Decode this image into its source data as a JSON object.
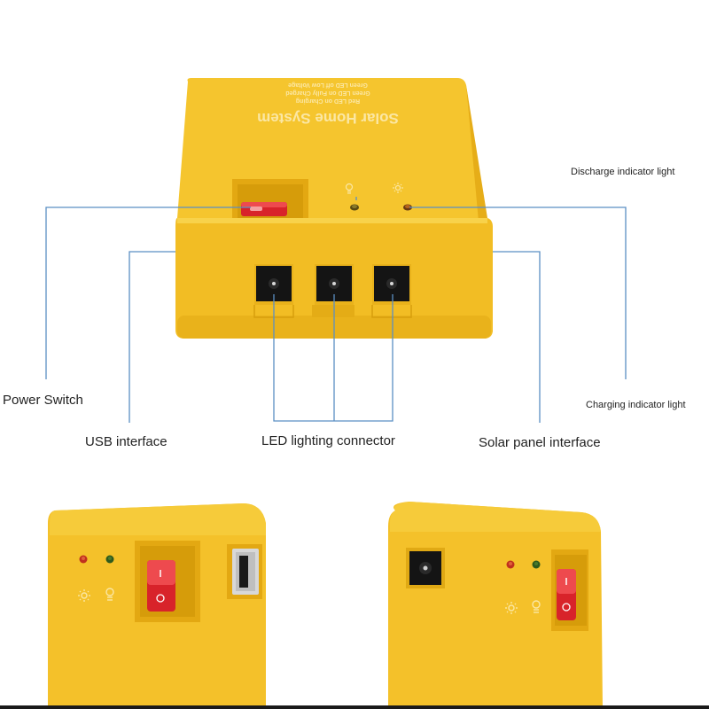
{
  "device": {
    "printed_title": "Solar Home System",
    "printed_subtitle_lines": [
      "Red LED on Charging",
      "Green LED on Fully Charged",
      "Green LED off Low Voltage"
    ]
  },
  "callouts": {
    "discharge_indicator": "Discharge indicator light",
    "power_switch": "Power Switch",
    "usb_interface": "USB interface",
    "led_connector": "LED lighting connector",
    "solar_interface": "Solar panel interface",
    "charging_indicator": "Charging indicator light"
  },
  "colors": {
    "device_body": "#f4c12a",
    "device_shadow": "#e0a914",
    "device_highlight": "#f8d24a",
    "port_black": "#1a1a1a",
    "switch_red": "#d8232a",
    "leader_line": "#5b8fc4",
    "led_red": "#c0301e",
    "led_green": "#2f6a1c"
  },
  "icons": [
    "dc-jack-icon",
    "rocker-switch-icon",
    "usb-port-icon",
    "sun-icon",
    "bulb-icon",
    "indicator-led-icon"
  ]
}
